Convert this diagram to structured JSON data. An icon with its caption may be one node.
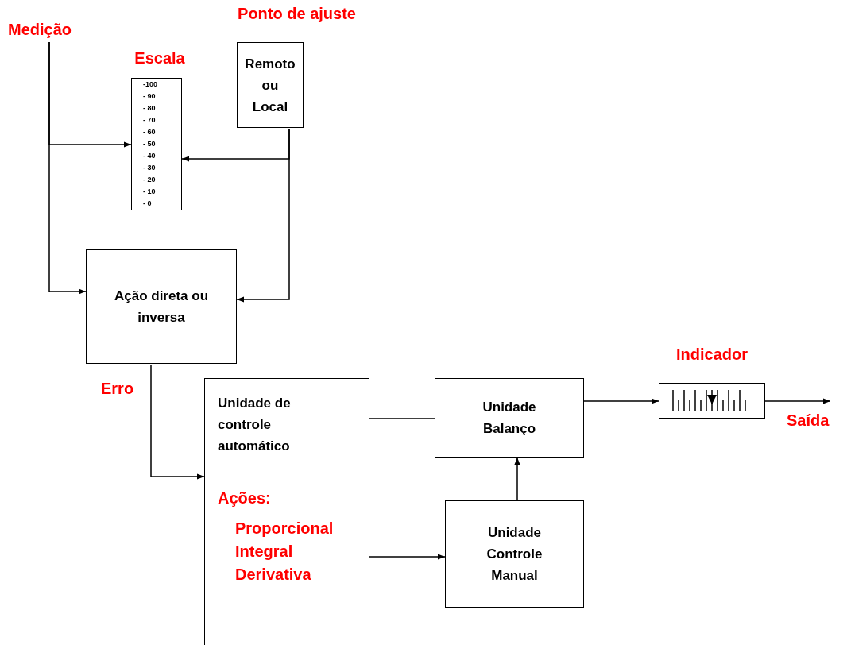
{
  "diagram": {
    "nodes": [
      {
        "text": [
          "Medição"
        ]
      },
      {
        "text": [
          "Escala",
          "-100",
          "- 90",
          "- 80",
          "- 70",
          "- 60",
          "- 50",
          "- 40",
          "- 30",
          "- 20",
          "- 10",
          "- 0"
        ]
      },
      {
        "text": [
          "Ponto de ajuste",
          "Remoto ou Local"
        ]
      },
      {
        "text": [
          "Ação direta ou inversa"
        ]
      },
      {
        "text": [
          "Unidade de controle automático",
          "Ações:",
          "Proporcional Integral Derivativa"
        ]
      },
      {
        "text": [
          "Unidade Balanço"
        ]
      },
      {
        "text": [
          "Unidade Controle Manual"
        ]
      },
      {
        "text": [
          "Indicador"
        ]
      }
    ],
    "edges": [
      {
        "from": 0,
        "to": 1,
        "arrow": "to"
      },
      {
        "from": 0,
        "to": 3,
        "arrow": "to"
      },
      {
        "from": 2,
        "to": 1,
        "arrow": "to"
      },
      {
        "from": 2,
        "to": 3,
        "arrow": "to"
      },
      {
        "from": 3,
        "to": 4,
        "arrow": "to",
        "label": "Erro"
      },
      {
        "from": 4,
        "to": 5,
        "arrow": "none"
      },
      {
        "from": 4,
        "to": 6,
        "arrow": "to"
      },
      {
        "from": 6,
        "to": 5,
        "arrow": "to"
      },
      {
        "from": 5,
        "to": 7,
        "arrow": "to"
      },
      {
        "from": 7,
        "to": null,
        "arrow": "to",
        "label": "Saída"
      }
    ]
  }
}
